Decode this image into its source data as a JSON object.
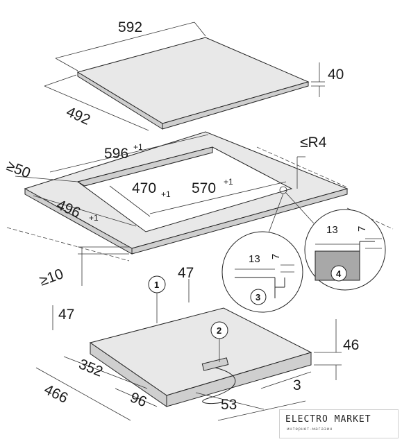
{
  "dimensions": {
    "hob_width": "592",
    "hob_depth": "492",
    "hob_height": "40",
    "worktop_width": "596",
    "worktop_width_tol": "+1",
    "worktop_depth": "496",
    "worktop_depth_tol": "+1",
    "min_front": "≥50",
    "corner_radius": "≤R4",
    "inner_depth": "470",
    "inner_depth_tol": "+1",
    "inner_width": "570",
    "inner_width_tol": "+1",
    "min_thickness": "≥10",
    "detail3_w": "13",
    "detail3_h": "7",
    "detail4_w": "13",
    "detail4_h": "7",
    "rear_clearance": "47",
    "front_clearance": "47",
    "body_height": "46",
    "body_width": "352",
    "body_depth": "466",
    "offset_96": "96",
    "offset_53": "53",
    "offset_3": "3"
  },
  "callouts": [
    "1",
    "2",
    "3",
    "4"
  ],
  "watermark": {
    "name": "ELECTRO MARKET",
    "subtitle": "интернет-магазин"
  }
}
